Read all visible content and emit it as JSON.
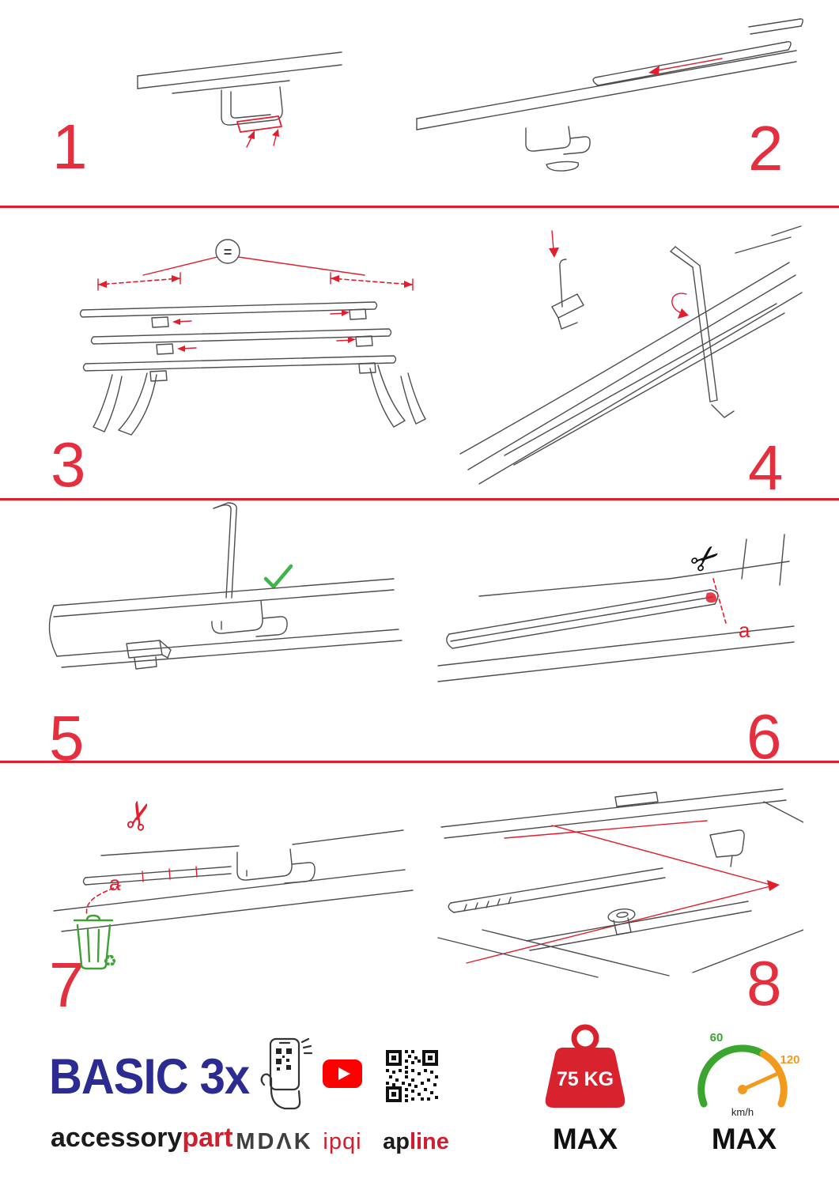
{
  "page": {
    "accent_red": "#e31c2e",
    "number_red": "#e4303e",
    "green": "#3fa035",
    "navy": "#2b2b92",
    "orange": "#f29a1e",
    "line_gray": "#4d4d4d"
  },
  "steps": [
    {
      "number": "1"
    },
    {
      "number": "2"
    },
    {
      "number": "3"
    },
    {
      "number": "4"
    },
    {
      "number": "5"
    },
    {
      "number": "6"
    },
    {
      "number": "7"
    },
    {
      "number": "8"
    }
  ],
  "annotations": {
    "equal_symbol": "=",
    "check_symbol": "✓",
    "cut_label_6": "a",
    "cut_label_7": "a",
    "scissors_symbol": "✂",
    "recycle_symbol": "♻"
  },
  "footer": {
    "product_name": "BASIC 3x",
    "brand": {
      "left": "accessory",
      "right": "part"
    },
    "partners": {
      "mdak": "MDΛK",
      "ipqi": "ipqi",
      "apline_left": "ap",
      "apline_right": "line"
    },
    "weight": {
      "value": "75 KG",
      "max": "MAX"
    },
    "speed": {
      "low": "60",
      "high": "120",
      "unit": "km/h",
      "max": "MAX"
    }
  }
}
